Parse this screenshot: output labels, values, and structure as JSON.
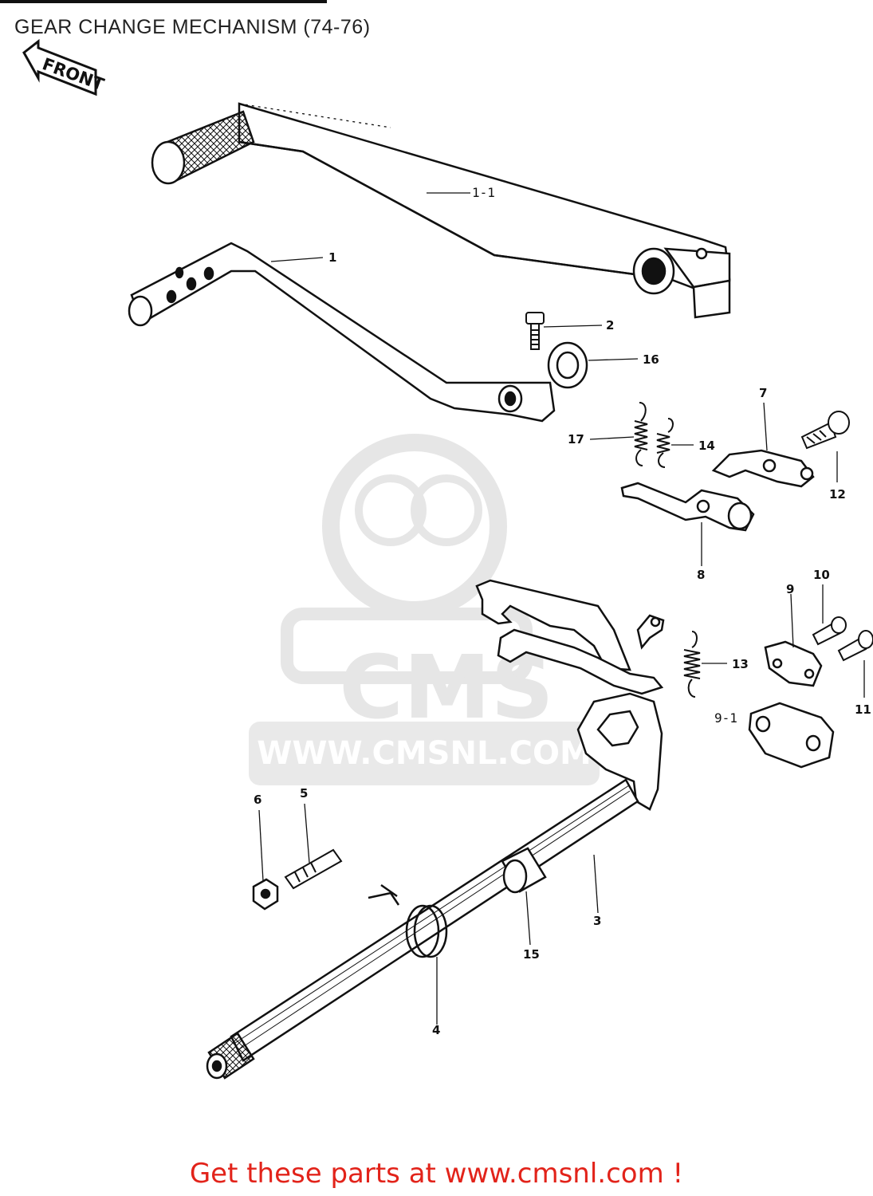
{
  "diagram": {
    "title": "GEAR CHANGE MECHANISM (74-76)",
    "front_marker": "FRONT",
    "watermark": {
      "logo_text": "CMS",
      "url_text": "WWW.CMSNL.COM"
    },
    "part_labels": {
      "p1_1": "1-1",
      "p1": "1",
      "p2": "2",
      "p16": "16",
      "p7": "7",
      "p17": "17",
      "p14": "14",
      "p12": "12",
      "p8": "8",
      "p10": "10",
      "p9": "9",
      "p13": "13",
      "p9_1": "9-1",
      "p11": "11",
      "p6": "6",
      "p5": "5",
      "p3": "3",
      "p15": "15",
      "p4": "4"
    }
  },
  "footer": {
    "cta": "Get these parts at www.cmsnl.com !"
  }
}
